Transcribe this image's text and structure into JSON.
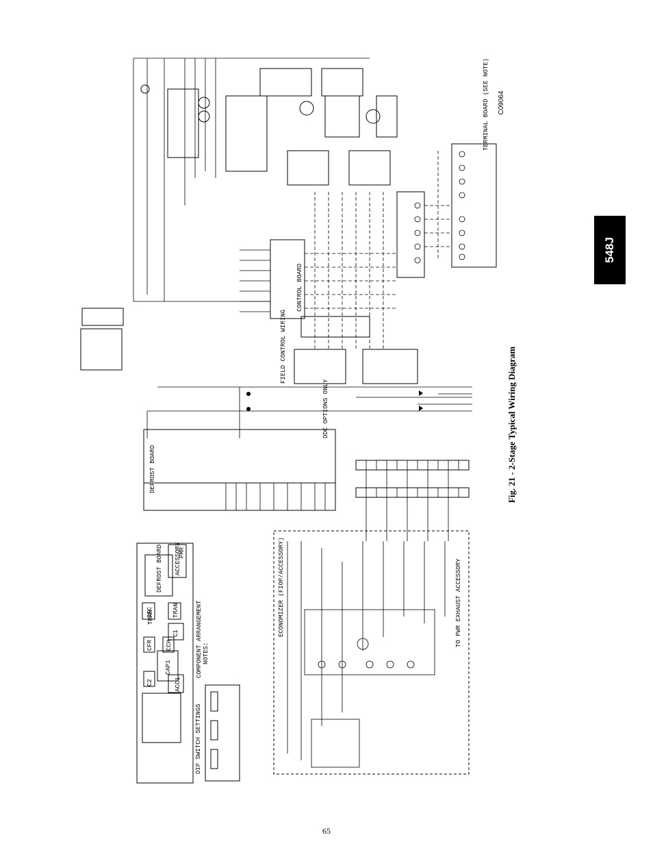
{
  "page": {
    "side_tab": "548J",
    "figure_caption": "Fig. 21 - 2-Stage Typical Wiring Diagram",
    "drawing_code": "C09064",
    "page_number": "65"
  },
  "diagram": {
    "component_arrangement_title": "COMPONENT ARRANGEMENT",
    "notes_title": "NOTES:",
    "dip_switch_title": "DIP SWITCH SETTINGS",
    "economizer_title": "ECONOMIZER (FIOP/ACCESSORY)",
    "defrost_board_label": "DEFROST BOARD",
    "control_board_label": "CONTROL BOARD",
    "terminal_board_label": "TERMINAL BOARD (SEE NOTE)",
    "field_control_wiring_label": "FIELD CONTROL WIRING",
    "ddc_options_label": "DDC OPTIONS ONLY",
    "power_exhaust_label": "TO PWR EXHAUST ACCESSORY",
    "transformer_label": "TRAN",
    "defrost_component_label": "DEFROST BOARD",
    "accessory_label": "ACCESSORY",
    "pmr_label": "PMR",
    "component_labels": [
      "CAP1",
      "C1",
      "C2",
      "CFR",
      "TRAN",
      "OFC",
      "CCH",
      "ACC1"
    ]
  }
}
